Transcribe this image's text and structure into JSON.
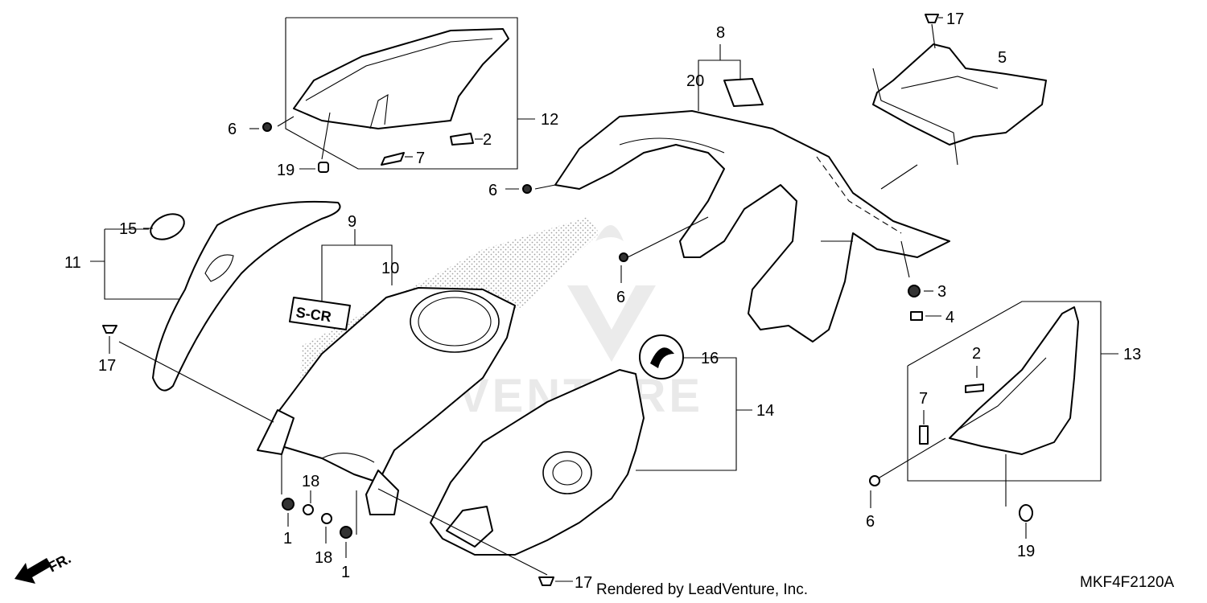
{
  "callouts": {
    "n1a": "1",
    "n1b": "1",
    "n2a": "2",
    "n2b": "2",
    "n3": "3",
    "n4": "4",
    "n5": "5",
    "n6a": "6",
    "n6b": "6",
    "n6c": "6",
    "n6d": "6",
    "n7a": "7",
    "n7b": "7",
    "n8": "8",
    "n9": "9",
    "n10": "10",
    "n11": "11",
    "n12": "12",
    "n13": "13",
    "n14": "14",
    "n15": "15",
    "n16": "16",
    "n17a": "17",
    "n17b": "17",
    "n17c": "17",
    "n18a": "18",
    "n18b": "18",
    "n19a": "19",
    "n19b": "19",
    "n20": "20"
  },
  "front_arrow": "FR.",
  "footer": {
    "rendered_by": "Rendered by LeadVenture, Inc.",
    "diagram_code": "MKF4F2120A"
  },
  "watermark": "LEADVENTURE"
}
